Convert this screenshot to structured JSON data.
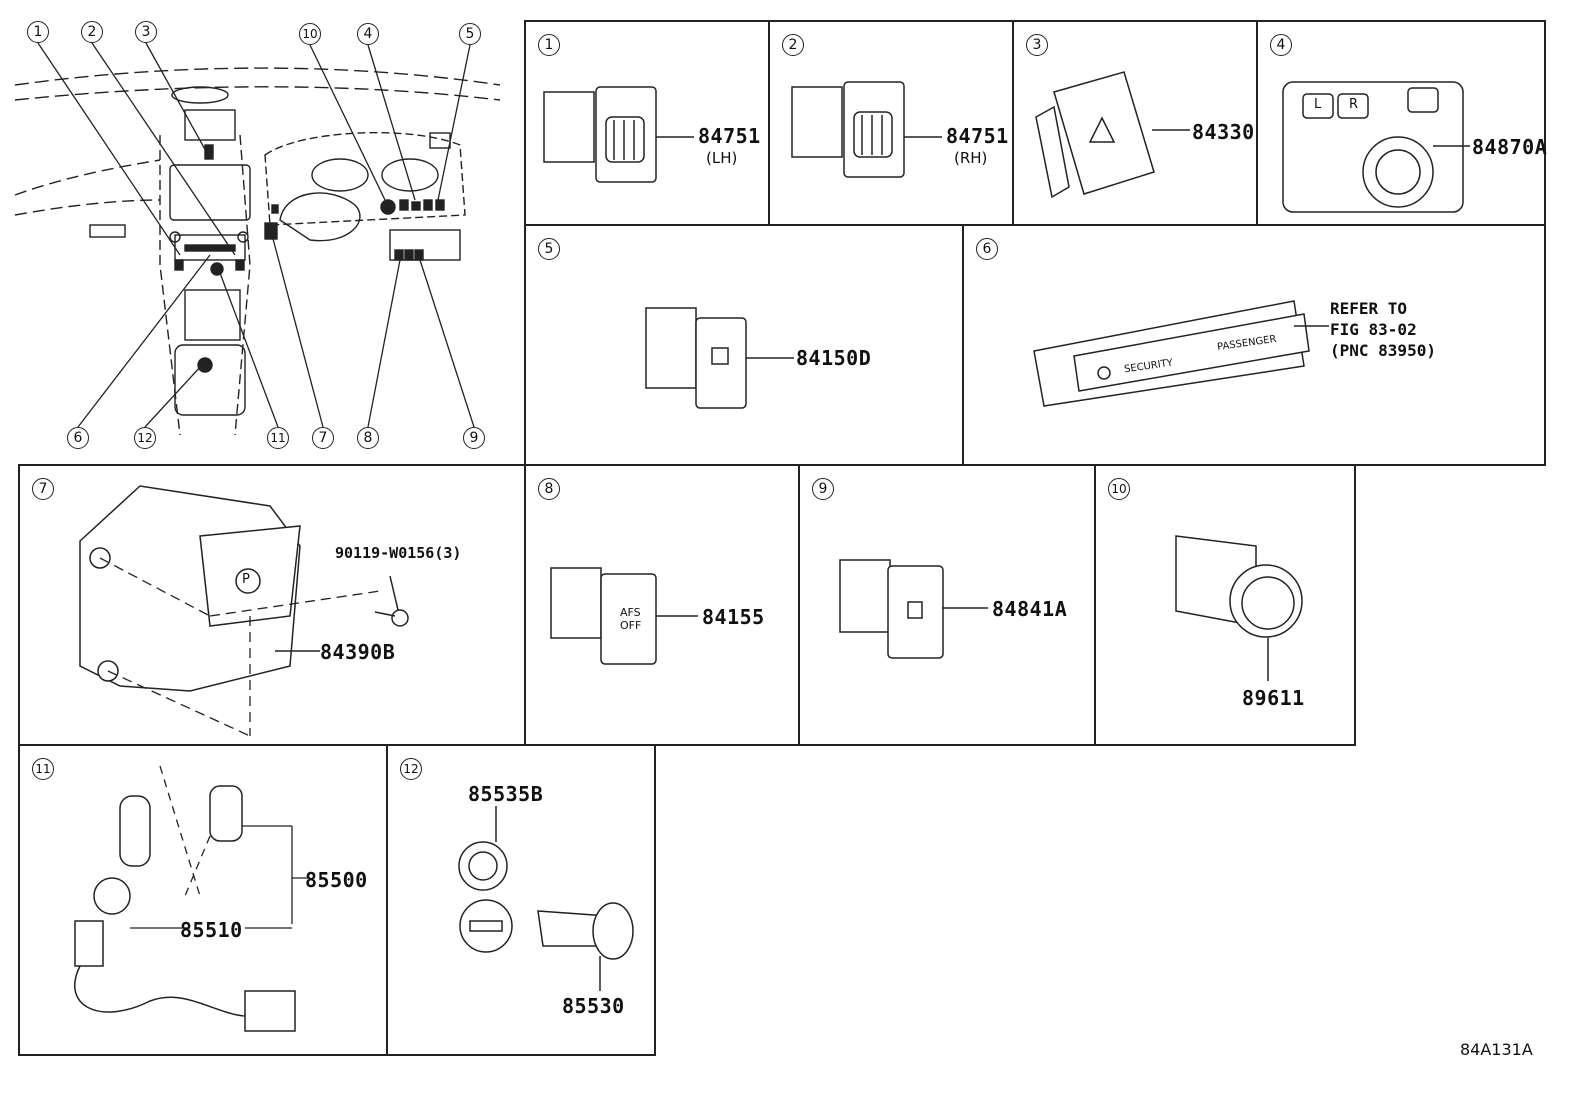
{
  "overview": {
    "callouts_top": [
      "1",
      "2",
      "3",
      "10",
      "4",
      "5"
    ],
    "callouts_bottom": [
      "6",
      "12",
      "11",
      "7",
      "8",
      "9"
    ]
  },
  "panels": {
    "p1": {
      "num": "1",
      "part": "84751",
      "side": "(LH)"
    },
    "p2": {
      "num": "2",
      "part": "84751",
      "side": "(RH)"
    },
    "p3": {
      "num": "3",
      "part": "84330"
    },
    "p4": {
      "num": "4",
      "part": "84870A",
      "labels": [
        "L",
        "R"
      ]
    },
    "p5": {
      "num": "5",
      "part": "84150D"
    },
    "p6": {
      "num": "6",
      "ref": [
        "REFER TO",
        "FIG 83-02",
        "(PNC 83950)"
      ],
      "labels": [
        "SECURITY",
        "PASSENGER"
      ]
    },
    "p7": {
      "num": "7",
      "part": "84390B",
      "bolt": "90119-W0156(3)",
      "labels": [
        "P"
      ]
    },
    "p8": {
      "num": "8",
      "part": "84155",
      "labels": [
        "AFS",
        "OFF"
      ]
    },
    "p9": {
      "num": "9",
      "part": "84841A"
    },
    "p10": {
      "num": "10",
      "part": "89611"
    },
    "p11": {
      "num": "11",
      "parts": [
        "85500",
        "85510"
      ]
    },
    "p12": {
      "num": "12",
      "parts": [
        "85535B",
        "85530"
      ]
    }
  },
  "footer": {
    "code": "84A131A"
  }
}
